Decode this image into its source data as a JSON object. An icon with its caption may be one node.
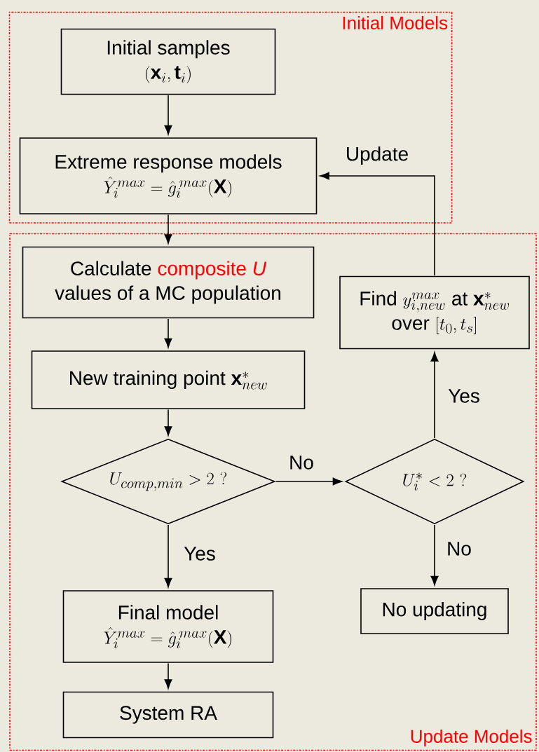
{
  "diagram": {
    "nodes": [
      {
        "text": [
          "Initial Models"
        ]
      },
      {
        "text": [
          "Initial samples",
          "(\\mathbf{x}_i,\\mathbf{t}_i)"
        ],
        "in": 0
      },
      {
        "text": [
          "Extreme response models",
          "\\hat{Y}_i^{max}=\\hat{g}_i^{\\,max}(\\mathbf{X})"
        ],
        "in": 0
      },
      {
        "text": [
          "Update Models"
        ]
      },
      {
        "text": [
          "Calculate",
          "composite *U*",
          "values of a MC population"
        ],
        "in": 3
      },
      {
        "text": [
          "New training point",
          "\\mathbf{x}^*_{new}"
        ],
        "in": 3
      },
      {
        "text": [
          "U_{comp,min}>2\\ ?"
        ],
        "in": 3
      },
      {
        "text": [
          "Find",
          "y^{max}_{i,new}",
          "at",
          "\\mathbf{x}^*_{new}",
          "over",
          "[t_0,t_s]"
        ],
        "in": 3
      },
      {
        "text": [
          "U_i^*<2\\ ?"
        ],
        "in": 3
      },
      {
        "text": [
          "Final model",
          "\\hat{Y}_i^{max}=\\hat{g}_i^{\\,max}(\\mathbf{X})"
        ],
        "in": 3
      },
      {
        "text": [
          "No updating"
        ],
        "in": 3
      },
      {
        "text": [
          "System RA"
        ],
        "in": 3
      }
    ],
    "edges": [
      {
        "from": 1,
        "to": 2,
        "arrow": "to"
      },
      {
        "from": 2,
        "to": 4,
        "arrow": "to"
      },
      {
        "from": 4,
        "to": 5,
        "arrow": "to"
      },
      {
        "from": 5,
        "to": 6,
        "arrow": "to"
      },
      {
        "from": 6,
        "to": 8,
        "arrow": "to",
        "label": "No"
      },
      {
        "from": 8,
        "to": 7,
        "arrow": "to",
        "label": "Yes"
      },
      {
        "from": 8,
        "to": 10,
        "arrow": "to",
        "label": "No"
      },
      {
        "from": 6,
        "to": 9,
        "arrow": "to",
        "label": "Yes"
      },
      {
        "from": 7,
        "to": 2,
        "arrow": "to",
        "label": "Update"
      },
      {
        "from": 9,
        "to": 11,
        "arrow": "to"
      }
    ]
  }
}
